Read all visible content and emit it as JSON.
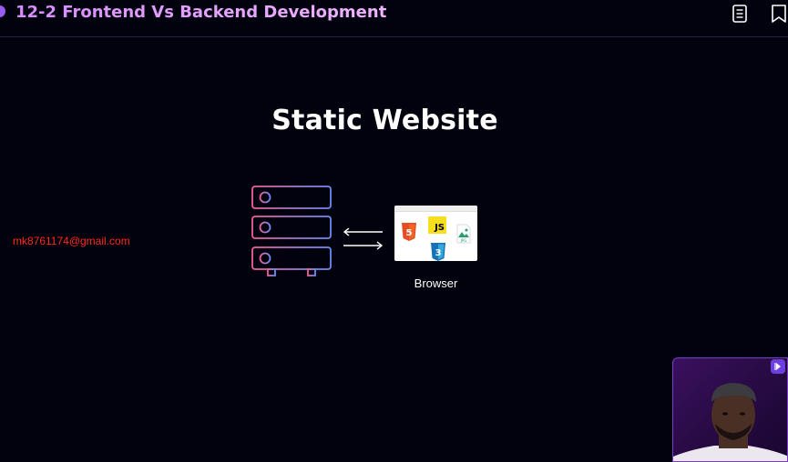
{
  "header": {
    "title": "12-2 Frontend Vs Backend Development",
    "icons": [
      "notes-icon",
      "bookmark-icon"
    ]
  },
  "slide": {
    "title": "Static Website",
    "browser_label": "Browser",
    "browser_logos": {
      "html": "5",
      "js": "JS",
      "css": "3",
      "image": "JPG"
    }
  },
  "overlay": {
    "email": "mk8761174@gmail.com"
  },
  "colors": {
    "background": "#02020e",
    "title_gradient_start": "#d78cff",
    "title_gradient_end": "#f0b4ff",
    "email": "#ff2a1a",
    "server_gradient_start": "#f0609a",
    "server_gradient_end": "#6b8cf5"
  }
}
